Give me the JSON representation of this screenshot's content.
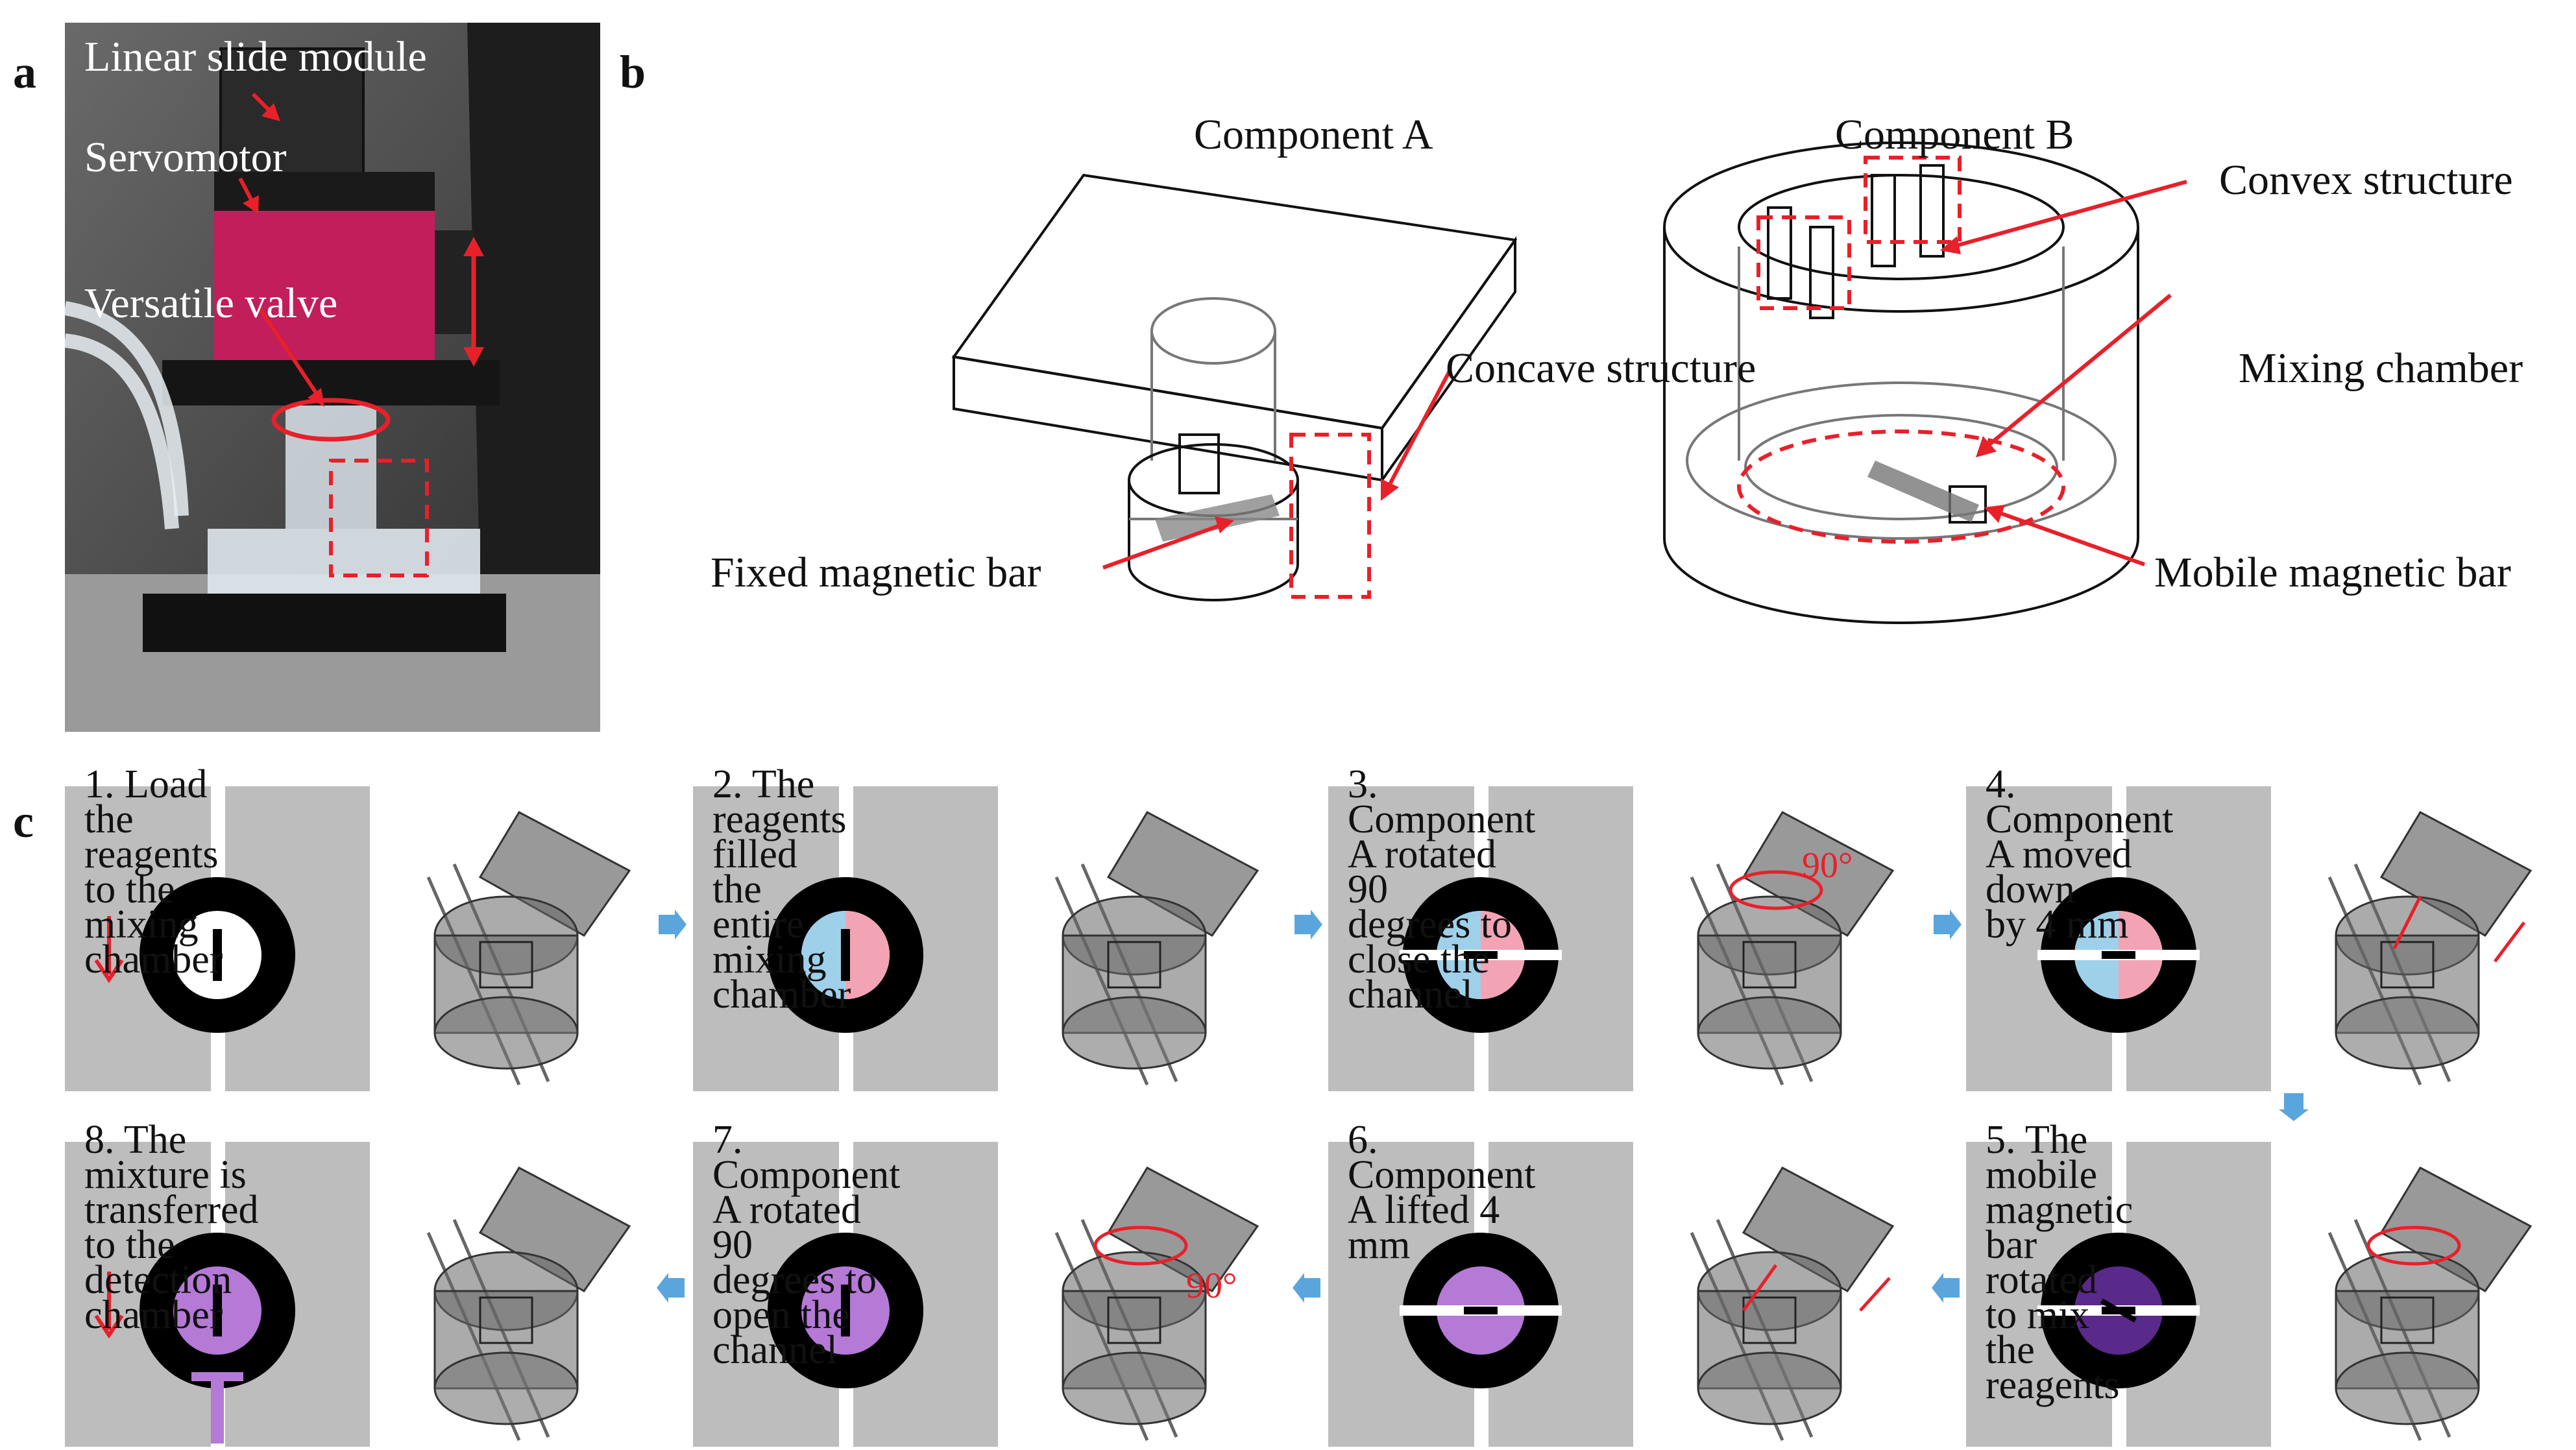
{
  "panels": {
    "a": "a",
    "b": "b",
    "c": "c"
  },
  "panel_a": {
    "labels": {
      "linear_slide": "Linear slide module",
      "servomotor": "Servomotor",
      "valve": "Versatile valve"
    }
  },
  "panel_b": {
    "component_a": "Component A",
    "component_b": "Component B",
    "convex": "Convex structure",
    "concave": "Concave structure",
    "mixing": "Mixing chamber",
    "fixed_bar": "Fixed magnetic bar",
    "mobile_bar": "Mobile magnetic bar"
  },
  "panel_c": {
    "steps": [
      {
        "label": "1. Load the reagents to the\nmixing chamber"
      },
      {
        "label": "2. The reagents filled the entire\nmixing chamber"
      },
      {
        "label": "3. Component A rotated 90\ndegrees to close the channel",
        "angle": "90°"
      },
      {
        "label": "4. Component A moved down\nby 4 mm"
      },
      {
        "label": "5. The mobile magnetic bar\nrotated to mix the reagents"
      },
      {
        "label": "6. Component A lifted 4 mm"
      },
      {
        "label": "7. Component A rotated 90\ndegrees to open the channel",
        "angle": "90°"
      },
      {
        "label": "8. The mixture is transferred\nto the detection chamber"
      }
    ]
  },
  "colors": {
    "arrow_red": "#e8202a",
    "flow_blue": "#5aa6dc",
    "reagent_blue": "#9fd0ea",
    "reagent_pink": "#f2a4b4",
    "mixture_purple": "#b47ad6",
    "dark_purple": "#5a2a8a",
    "panel_gray": "#bdbdbd"
  }
}
